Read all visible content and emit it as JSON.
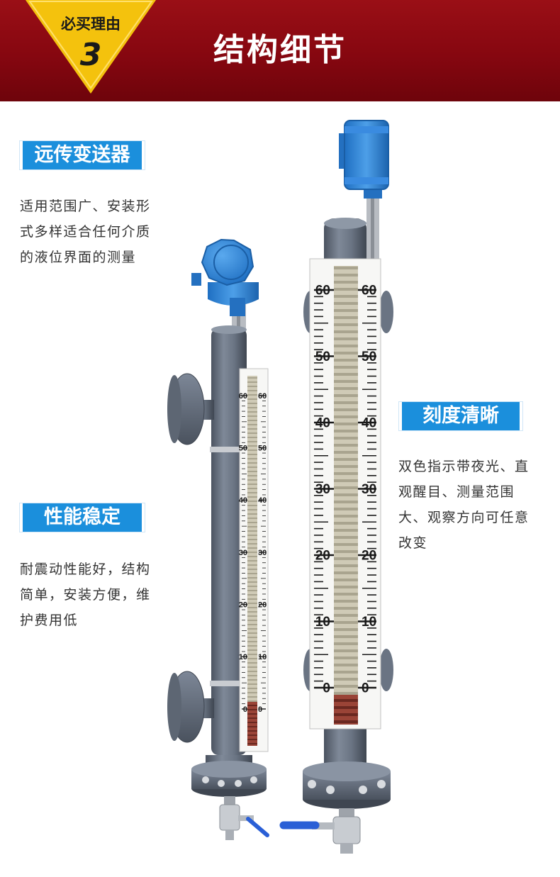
{
  "header": {
    "badge_text": "必买理由",
    "badge_number": "3",
    "title": "结构细节"
  },
  "features": [
    {
      "title": "远传变送器",
      "lines": [
        "适用范围广、安装形",
        "式多样适合任何介质",
        "的液位界面的测量"
      ]
    },
    {
      "title": "性能稳定",
      "lines": [
        "耐震动性能好，结构",
        "简单，安装方便，维",
        "护费用低"
      ]
    },
    {
      "title": "刻度清晰",
      "lines": [
        "双色指示带夜光、直",
        "观醒目、测量范围",
        "大、观察方向可任意",
        "改变"
      ]
    }
  ],
  "scale_labels": [
    "60",
    "50",
    "40",
    "30",
    "20",
    "10",
    "0"
  ],
  "colors": {
    "header_red": "#8b0a12",
    "badge_yellow": "#f4c20d",
    "label_blue": "#1b8fdc",
    "pipe_gray": "#646d7c",
    "head_blue": "#2a86dd",
    "indicator_red": "#8e3a30"
  }
}
